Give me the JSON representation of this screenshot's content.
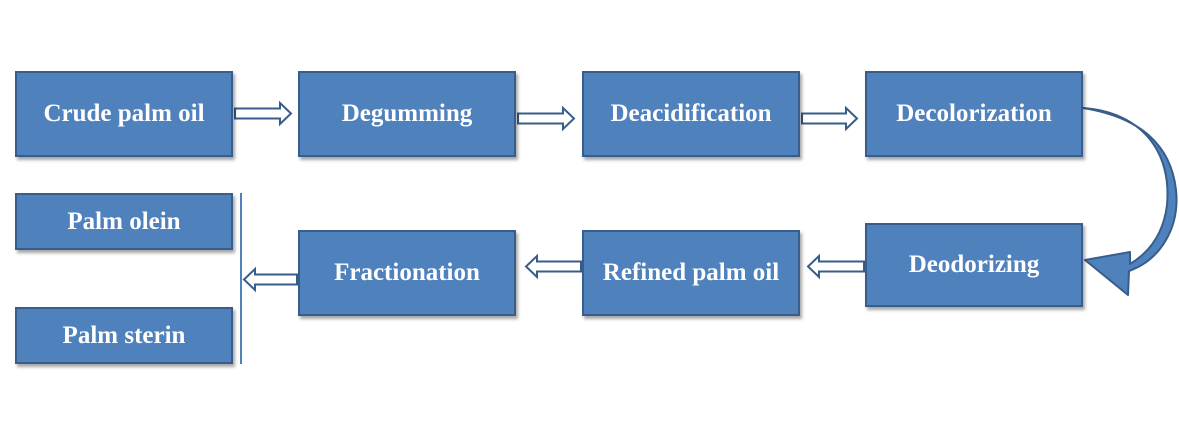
{
  "steps": {
    "crude_palm_oil": "Crude palm oil",
    "degumming": "Degumming",
    "deacidification": "Deacidification",
    "decolorization": "Decolorization",
    "deodorizing": "Deodorizing",
    "refined_palm_oil": "Refined palm oil",
    "fractionation": "Fractionation"
  },
  "products": {
    "palm_olein": "Palm olein",
    "palm_sterin": "Palm sterin"
  },
  "colors": {
    "box_fill": "#4f81bd",
    "box_border": "#385d8a",
    "arrow_stroke": "#385d8a",
    "curved_arrow_fill": "#4f81bd"
  }
}
